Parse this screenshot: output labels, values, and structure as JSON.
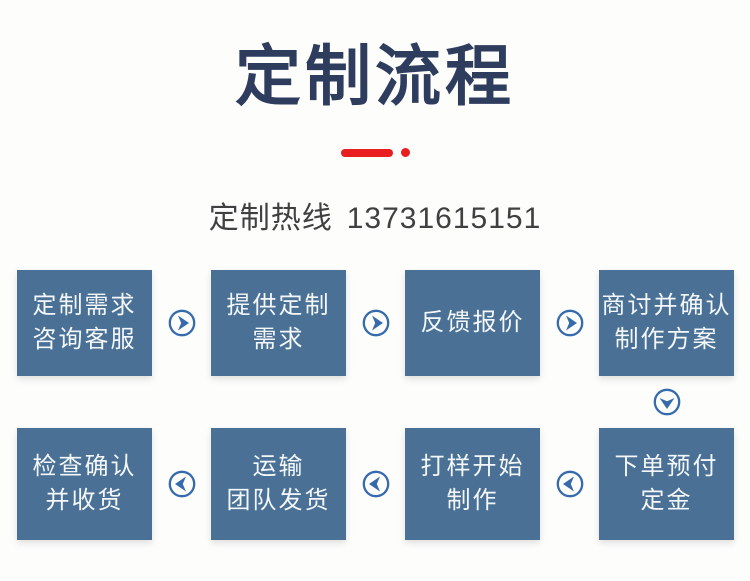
{
  "header": {
    "title": "定制流程"
  },
  "hotline": {
    "label": "定制热线",
    "number": "13731615151"
  },
  "flow": {
    "rows": [
      {
        "direction": "right",
        "boxes": [
          {
            "line1": "定制需求",
            "line2": "咨询客服"
          },
          {
            "line1": "提供定制",
            "line2": "需求"
          },
          {
            "line1": "反馈报价",
            "line2": ""
          },
          {
            "line1": "商讨并确认",
            "line2": "制作方案"
          }
        ]
      },
      {
        "direction": "left",
        "boxes": [
          {
            "line1": "检查确认",
            "line2": "并收货"
          },
          {
            "line1": "运输",
            "line2": "团队发货"
          },
          {
            "line1": "打样开始",
            "line2": "制作"
          },
          {
            "line1": "下单预付",
            "line2": "定金"
          }
        ]
      }
    ],
    "connector_direction": "down"
  },
  "colors": {
    "page_bg": "#fdfdfc",
    "title_color": "#2e3c5e",
    "accent_red": "#e81e21",
    "hotline_text": "#404040",
    "box_fill": "#4a7195",
    "box_text": "#f4f7fa",
    "arrow_blue": "#366bab"
  }
}
